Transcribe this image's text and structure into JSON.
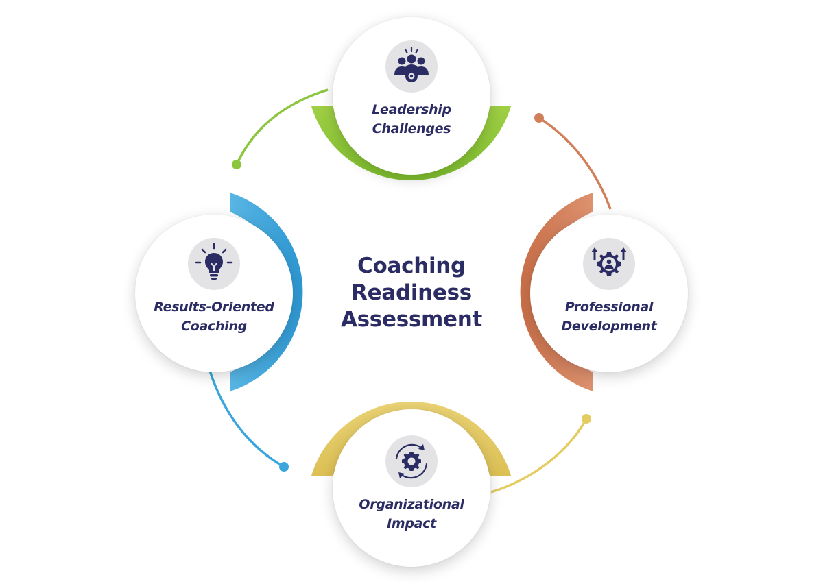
{
  "title": [
    "Coaching",
    "Readiness",
    "Assessment"
  ],
  "colors": {
    "text": "#2b2c63",
    "green": "#8cc63f",
    "orange": "#d17f5a",
    "yellow": "#e4cc62",
    "blue": "#3aa6dc",
    "icon_bg": "#e3e3e6"
  },
  "nodes": [
    {
      "id": "leadership",
      "label": [
        "Leadership",
        "Challenges"
      ],
      "icon": "team-gear-icon",
      "color": "#8cc63f"
    },
    {
      "id": "professional",
      "label": [
        "Professional",
        "Development"
      ],
      "icon": "gear-person-arrows-icon",
      "color": "#d17f5a"
    },
    {
      "id": "organizational",
      "label": [
        "Organizational",
        "Impact"
      ],
      "icon": "gear-cycle-icon",
      "color": "#e4cc62"
    },
    {
      "id": "results",
      "label": [
        "Results-Oriented",
        "Coaching"
      ],
      "icon": "lightbulb-icon",
      "color": "#3aa6dc"
    }
  ]
}
